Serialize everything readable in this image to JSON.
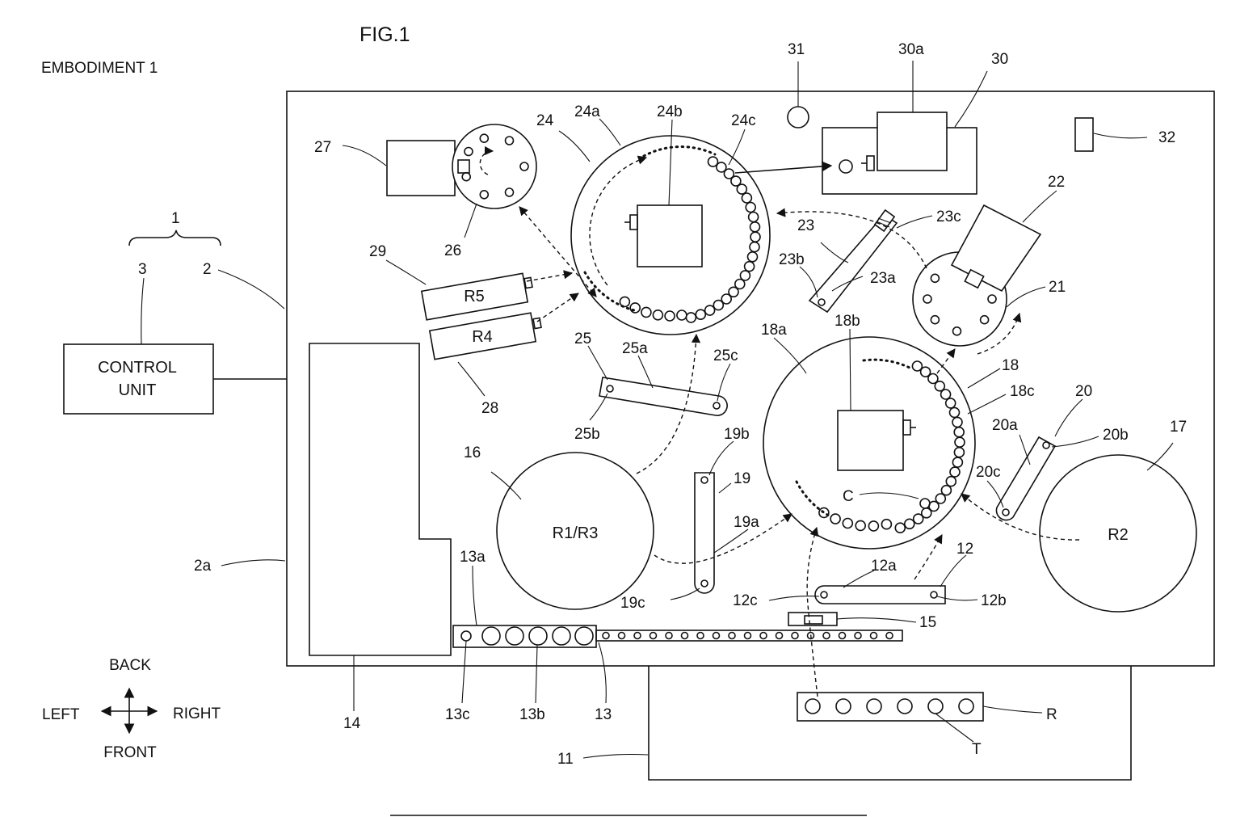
{
  "figure": {
    "title": "FIG.1",
    "embodiment": "EMBODIMENT 1"
  },
  "control_unit": {
    "line1": "CONTROL",
    "line2": "UNIT"
  },
  "directions": {
    "back": "BACK",
    "front": "FRONT",
    "left": "LEFT",
    "right": "RIGHT"
  },
  "reagents": {
    "r1r3": "R1/R3",
    "r2": "R2",
    "r4": "R4",
    "r5": "R5"
  },
  "labels": {
    "l1": "1",
    "l2": "2",
    "l2a": "2a",
    "l3": "3",
    "l11": "11",
    "l12": "12",
    "l12a": "12a",
    "l12b": "12b",
    "l12c": "12c",
    "l13": "13",
    "l13a": "13a",
    "l13b": "13b",
    "l13c": "13c",
    "l14": "14",
    "l15": "15",
    "l16": "16",
    "l17": "17",
    "l18": "18",
    "l18a": "18a",
    "l18b": "18b",
    "l18c": "18c",
    "l19": "19",
    "l19a": "19a",
    "l19b": "19b",
    "l19c": "19c",
    "l20": "20",
    "l20a": "20a",
    "l20b": "20b",
    "l20c": "20c",
    "l21": "21",
    "l22": "22",
    "l23": "23",
    "l23a": "23a",
    "l23b": "23b",
    "l23c": "23c",
    "l24": "24",
    "l24a": "24a",
    "l24b": "24b",
    "l24c": "24c",
    "l25": "25",
    "l25a": "25a",
    "l25b": "25b",
    "l25c": "25c",
    "l26": "26",
    "l27": "27",
    "l28": "28",
    "l29": "29",
    "l30": "30",
    "l30a": "30a",
    "l31": "31",
    "l32": "32",
    "lC": "C",
    "lR": "R",
    "lT": "T"
  }
}
